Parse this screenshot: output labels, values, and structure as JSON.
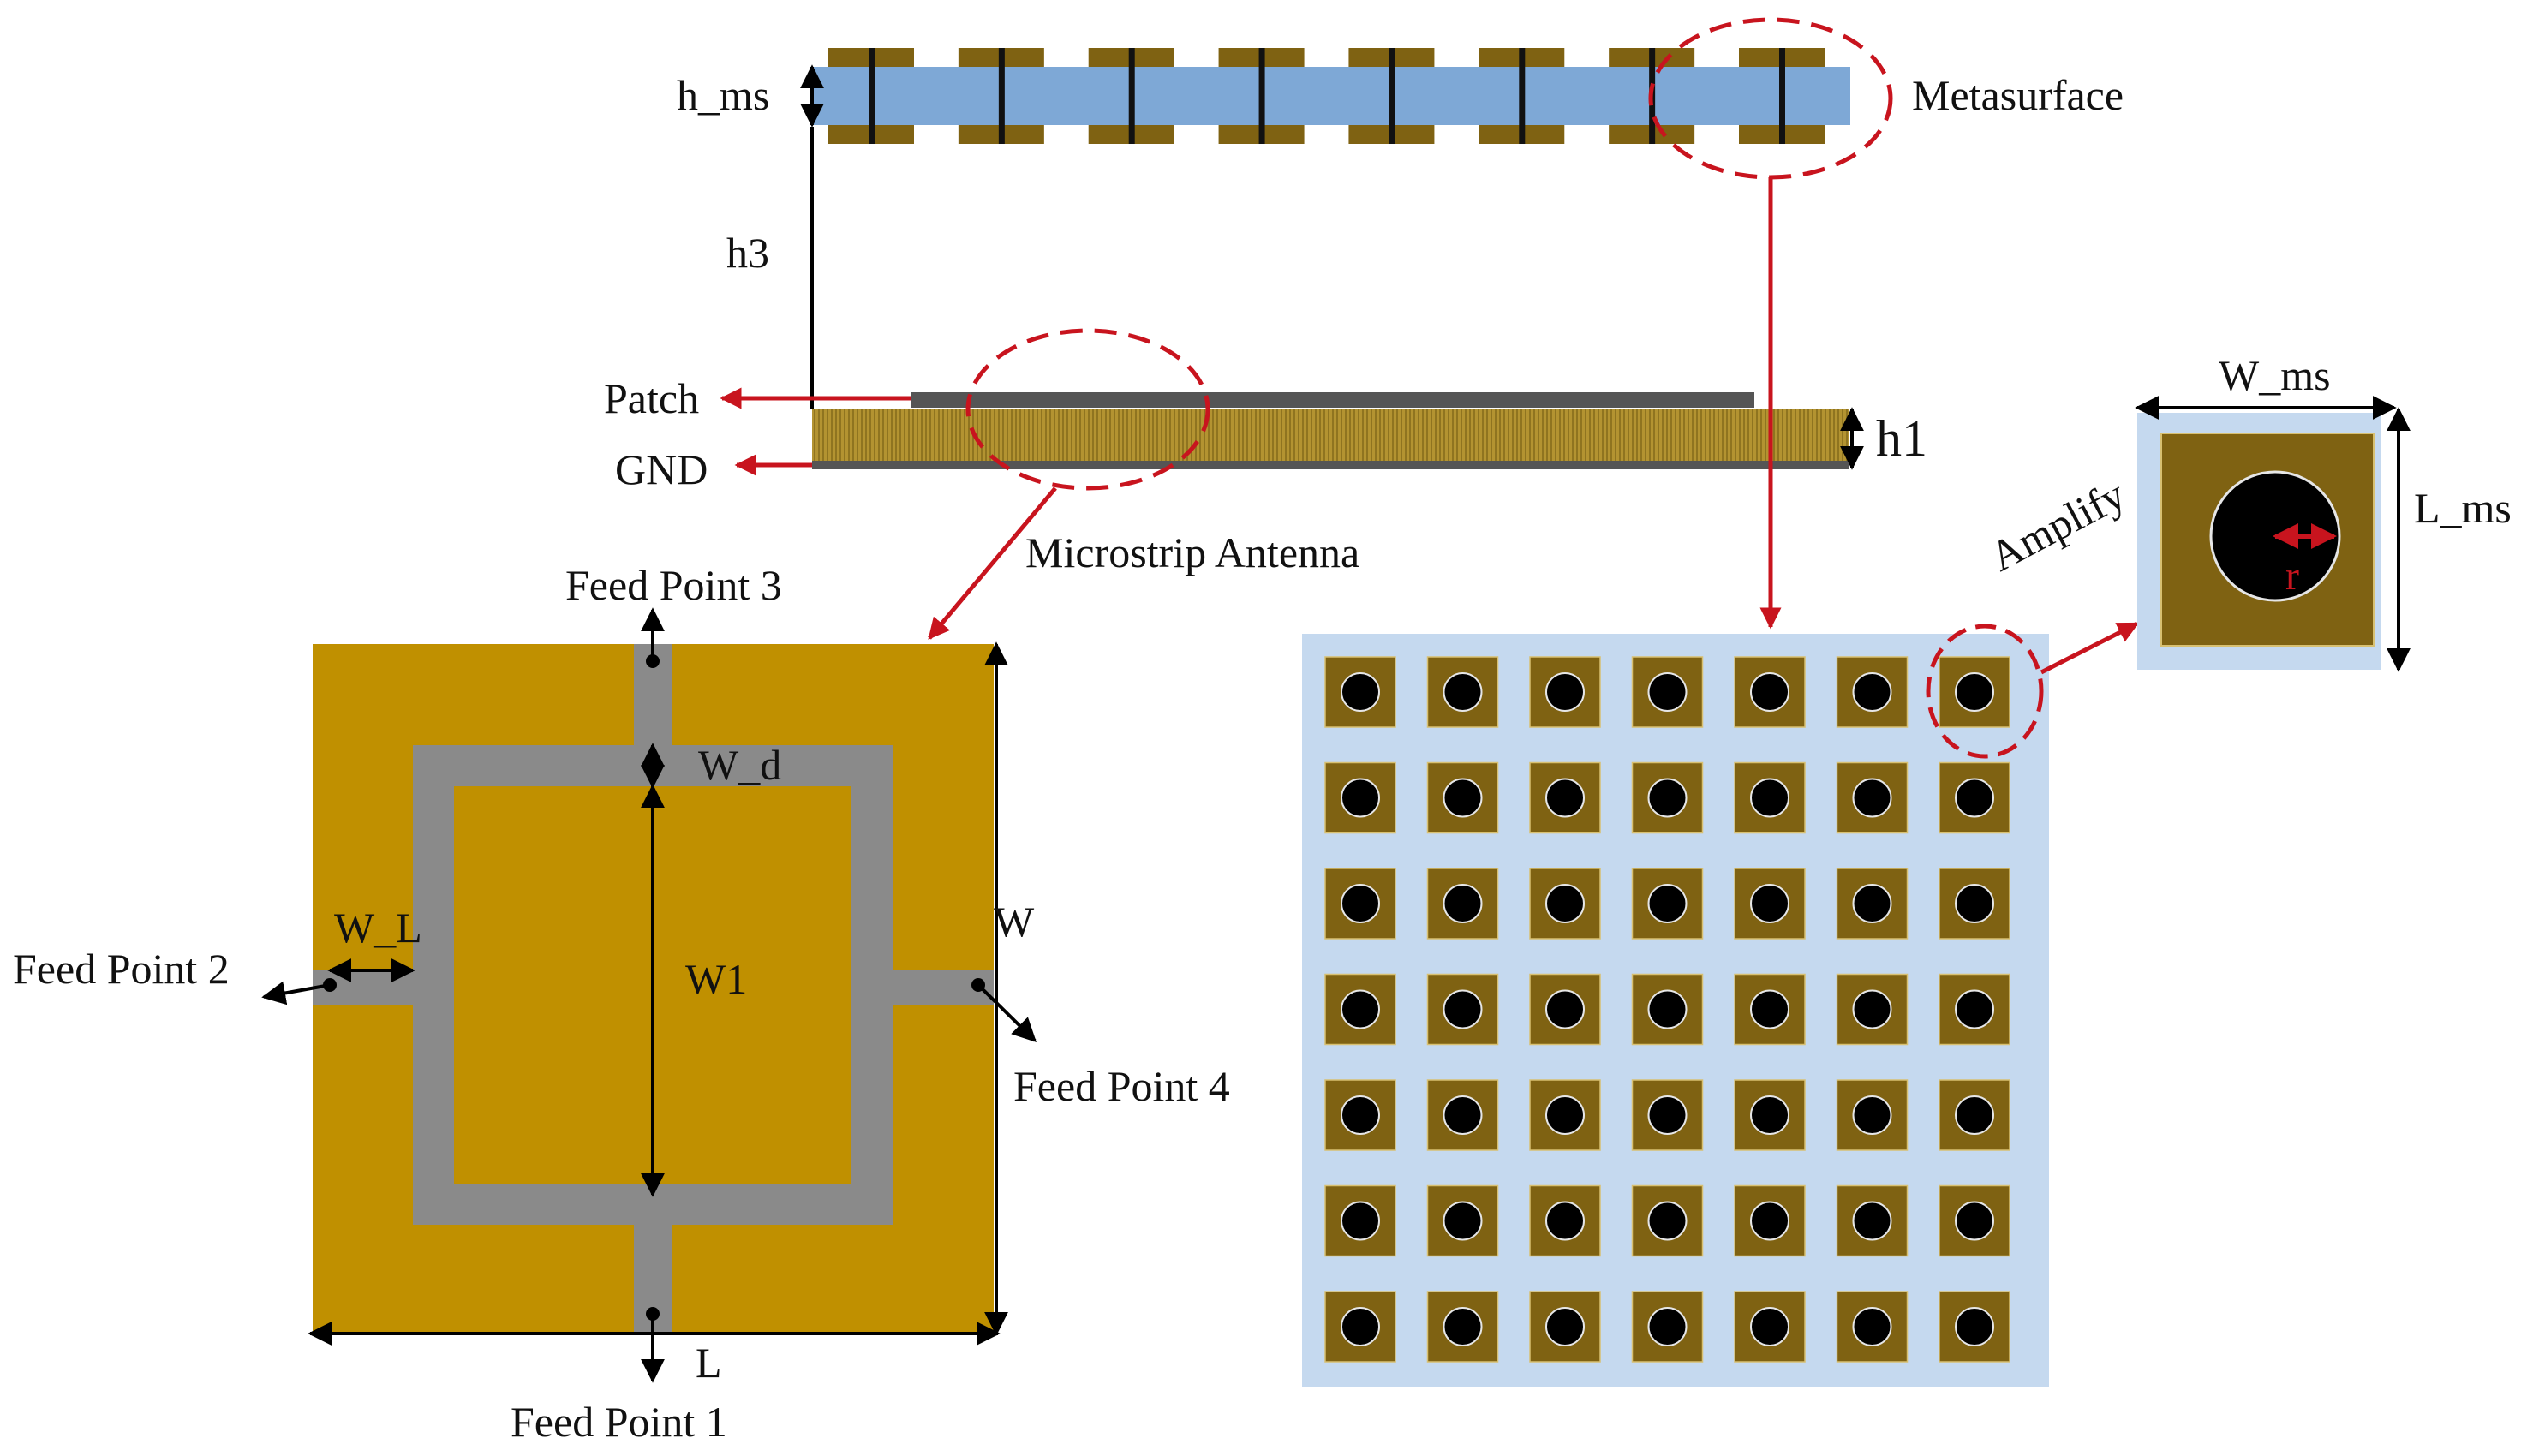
{
  "labels": {
    "h_ms": "h_ms",
    "metasurface": "Metasurface",
    "h3": "h3",
    "patch": "Patch",
    "gnd": "GND",
    "h1": "h1",
    "microstrip_antenna": "Microstrip Antenna",
    "feed_point_1": "Feed Point 1",
    "feed_point_2": "Feed Point 2",
    "feed_point_3": "Feed Point 3",
    "feed_point_4": "Feed Point 4",
    "w_d": "W_d",
    "w_l": "W_L",
    "w1": "W1",
    "w": "W",
    "l": "L",
    "amplify": "Amplify",
    "w_ms": "W_ms",
    "l_ms": "L_ms",
    "r": "r"
  },
  "metasurface_array": {
    "rows": 7,
    "cols": 7
  },
  "side_view_unit_count": 8,
  "colors": {
    "copper": "#c09000",
    "unit_copper": "#7f6212",
    "metasurface_substrate": "#7ea8d6",
    "array_background": "#c5d9ef",
    "feed_line": "#8a8a8a",
    "accent_red": "#c8141e",
    "stroke": "#000000",
    "fr4": "#b39331",
    "ground": "#555555"
  }
}
